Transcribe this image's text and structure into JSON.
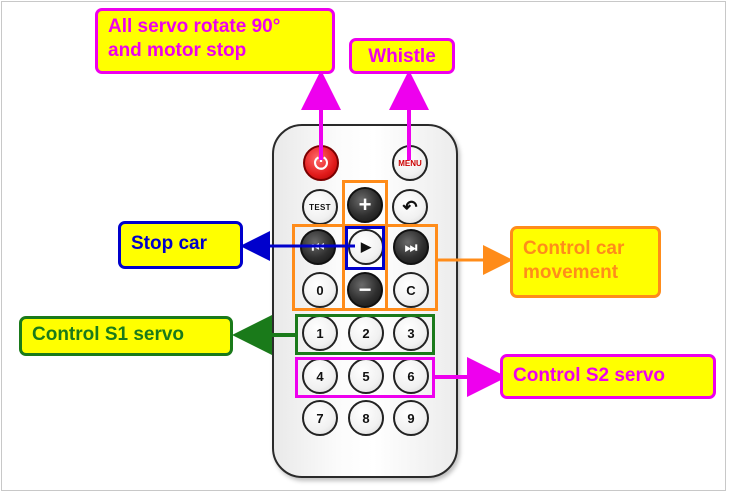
{
  "labels": {
    "servo90": "All servo rotate 90°\nand motor stop",
    "whistle": "Whistle",
    "stop_car": "Stop car",
    "control_car": "Control car\nmovement",
    "control_s1": "Control S1 servo",
    "control_s2": "Control S2 servo"
  },
  "remote": {
    "test_label": "TEST",
    "menu_label": "MENU",
    "plus_label": "+",
    "minus_label": "−",
    "play_label": "▶",
    "next_label": "⏭",
    "prev_label": "⏮",
    "back_label": "↶",
    "zero": "0",
    "c": "C",
    "digits": [
      "1",
      "2",
      "3",
      "4",
      "5",
      "6",
      "7",
      "8",
      "9"
    ]
  },
  "colors": {
    "magenta": "#ee00ee",
    "blue": "#0000cc",
    "orange": "#ff8c1a",
    "green": "#1a7a1a",
    "yellow": "#ffff00"
  }
}
